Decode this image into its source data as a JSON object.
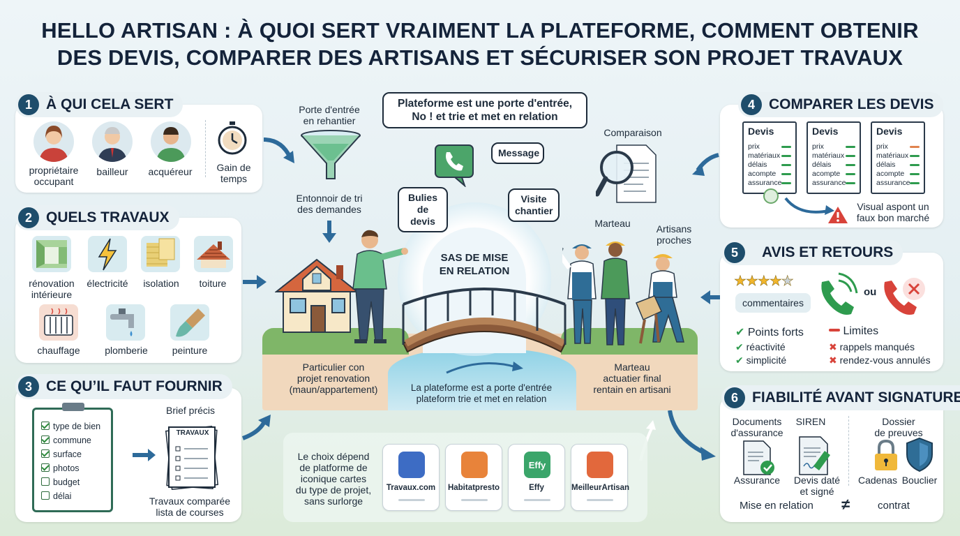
{
  "title": {
    "line1": "HELLO ARTISAN : À QUOI SERT VRAIMENT LA PLATEFORME, COMMENT OBTENIR",
    "line2": "DES DEVIS, COMPARER DES ARTISANS ET SÉCURISER SON PROJET TRAVAUX"
  },
  "section1": {
    "num": "1",
    "title": "À QUI CELA SERT",
    "items": [
      "propriétaire\noccupant",
      "bailleur",
      "acquéreur",
      "Gain de\ntemps"
    ]
  },
  "section2": {
    "num": "2",
    "title": "QUELS TRAVAUX",
    "items": [
      "rénovation\nintérieure",
      "électricité",
      "isolation",
      "toiture",
      "chauffage",
      "plomberie",
      "peinture"
    ]
  },
  "section3": {
    "num": "3",
    "title": "CE QU’IL FAUT FOURNIR",
    "checklist": [
      {
        "text": "type de bien",
        "checked": true
      },
      {
        "text": "commune",
        "checked": true
      },
      {
        "text": "surface",
        "checked": true
      },
      {
        "text": "photos",
        "checked": true
      },
      {
        "text": "budget",
        "checked": false
      },
      {
        "text": "délai",
        "checked": false
      }
    ],
    "brief_label": "Brief précis",
    "doc_title": "TRAVAUX",
    "caption": "Travaux comparée\nlista de courses"
  },
  "section4": {
    "num": "4",
    "title": "COMPARER LES DEVIS",
    "devis_title": "Devis",
    "devis_lines": [
      "prix",
      "matériaux",
      "délais",
      "acompte",
      "assurance"
    ],
    "warning": "Visual aspont un\nfaux bon marché"
  },
  "section5": {
    "num": "5",
    "title": "AVIS ET RETOURS",
    "rating": 4,
    "rating_max": 5,
    "comments": "commentaires",
    "ou": "ou",
    "strengths_title": "Points forts",
    "strengths": [
      "réactivité",
      "simplicité"
    ],
    "limits_title": "Limites",
    "limits": [
      "rappels manqués",
      "rendez-vous annulés"
    ]
  },
  "section6": {
    "num": "6",
    "title": "FIABILITÉ AVANT SIGNATURE",
    "col1_title": "Documents\nd'assurance",
    "col2_title": "SIREN",
    "col3_title": "Dossier\nde preuves",
    "assurance": "Assurance",
    "devis": "Devis daté\net signé",
    "cadenas": "Cadenas",
    "bouclier": "Bouclier",
    "mise": "Mise en relation",
    "neq": "≠",
    "contrat": "contrat"
  },
  "center": {
    "porte": "Porte d'entrée\nen rehantier",
    "entonnoir": "Entonnoir de tri\ndes demandes",
    "top_bubble": "Plateforme est une porte d'entrée,\nNo ! et trie et met en relation",
    "bulies": "Bulies\nde devis",
    "message": "Message",
    "visite": "Visite\nchantier",
    "comparaison": "Comparaison",
    "sas": "SAS DE MISE\nEN RELATION",
    "marteau": "Marteau",
    "artisans": "Artisans\nproches",
    "particulier": "Particulier con\nprojet renovation\n(maun/appartement)",
    "bridge_caption": "La plateforme est a porte d'entrée\nplateform trie et met en relation",
    "marteau2": "Marteau\nactuatier final\nrentain en artisani"
  },
  "platforms": {
    "intro": "Le choix dépend\nde platforme de\niconique cartes\ndu type de projet,\nsans surlorge",
    "items": [
      {
        "name": "Travaux.com",
        "color": "#3d6cc4"
      },
      {
        "name": "Habitatpresto",
        "color": "#e8833a"
      },
      {
        "name": "Effy",
        "logo": "Effy",
        "color": "#3aa56a"
      },
      {
        "name": "MeilleurArtisan",
        "color": "#e2683c"
      }
    ]
  },
  "colors": {
    "navy": "#1e4d6b",
    "green": "#3c9a52",
    "red": "#d8433a",
    "sand": "#f2dcc0"
  }
}
